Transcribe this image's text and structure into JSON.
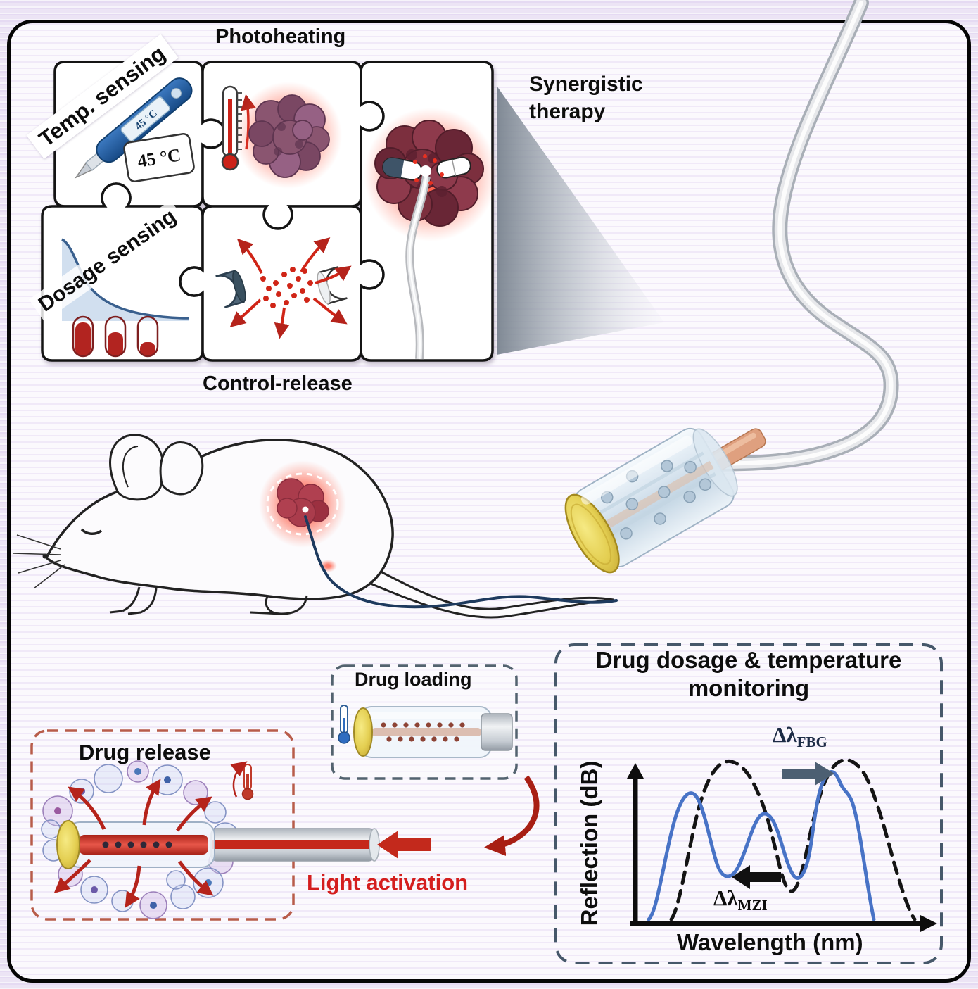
{
  "puzzle": {
    "temp_sensing": "Temp. sensing",
    "photoheating": "Photoheating",
    "dosage_sensing": "Dosage sensing",
    "control_release": "Control-release",
    "synergistic_therapy": "Synergistic\ntherapy",
    "temp_badge": "45 °C",
    "thermometer_display": "45 °C"
  },
  "drug_release": {
    "title": "Drug release",
    "light_activation": "Light activation"
  },
  "drug_loading": {
    "title": "Drug loading"
  },
  "monitoring": {
    "title": "Drug dosage & temperature\nmonitoring",
    "y_label": "Reflection (dB)",
    "x_label": "Wavelength (nm)",
    "fbg": {
      "symbol": "Δλ",
      "sub": "FBG"
    },
    "mzi": {
      "symbol": "Δλ",
      "sub": "MZI"
    }
  },
  "icons": {
    "digital-thermometer-icon": "clinical thermometer showing 45 °C",
    "mercury-thermometer-icon": "rising-temperature thermometer",
    "capsule-icon": "drug capsule",
    "open-capsule-icon": "opened capsule releasing drug particles",
    "pill-dose-icons": "three capsules with decreasing red fill",
    "tumor-icon": "tumor mass with red heat glow",
    "optical-fiber-icon": "optical fiber with porous drug-loaded tip",
    "mouse-icon": "laboratory mouse with implanted fiber",
    "bubble-icons": "drug-release micro-bubbles",
    "shift-arrow-right-icon": "→",
    "shift-arrow-left-icon": "←",
    "light-arrow-icon": "←"
  },
  "colors": {
    "frame_border": "#050505",
    "background_stripe": "#ece4f5",
    "accent_red": "#c3291c",
    "release_panel_border": "#b85c4a",
    "loading_panel_border": "#53636f",
    "monitoring_panel_border": "#46586a",
    "spectrum_initial": "#4873c6",
    "spectrum_shifted": "#141414",
    "fbg_arrow": "#4c5f72",
    "fiber_cap_yellow": "#e4cf52",
    "navy_fiber_lead": "#1e3a5e"
  },
  "chart_data": {
    "type": "line",
    "title": "Drug dosage & temperature monitoring",
    "xlabel": "Wavelength (nm)",
    "ylabel": "Reflection (dB)",
    "quantitative_axes": false,
    "series": [
      {
        "name": "initial spectrum (solid blue)",
        "color": "#4873c6",
        "line_style": "solid",
        "x_rel": [
          0.0,
          0.07,
          0.13,
          0.2,
          0.27,
          0.33,
          0.4,
          0.47,
          0.53,
          0.6,
          0.66,
          0.72,
          0.8,
          1.0
        ],
        "y_rel": [
          0.02,
          0.3,
          0.85,
          0.4,
          0.3,
          0.65,
          0.4,
          0.28,
          0.55,
          0.95,
          0.8,
          0.88,
          0.3,
          0.02
        ]
      },
      {
        "name": "shifted spectrum (dashed black)",
        "color": "#141414",
        "line_style": "dashed",
        "x_rel": [
          0.08,
          0.16,
          0.24,
          0.31,
          0.38,
          0.45,
          0.5,
          0.55,
          0.62,
          0.7,
          0.78,
          0.86,
          0.93,
          1.0
        ],
        "y_rel": [
          0.02,
          0.45,
          0.9,
          0.97,
          0.8,
          0.45,
          0.18,
          0.4,
          0.8,
          0.99,
          0.78,
          0.48,
          0.2,
          0.02
        ]
      }
    ],
    "annotations": [
      {
        "text": "Δλ_FBG",
        "arrow_direction": "right",
        "position": "upper right of plot"
      },
      {
        "text": "Δλ_MZI",
        "arrow_direction": "left",
        "position": "lower center of plot"
      }
    ]
  }
}
